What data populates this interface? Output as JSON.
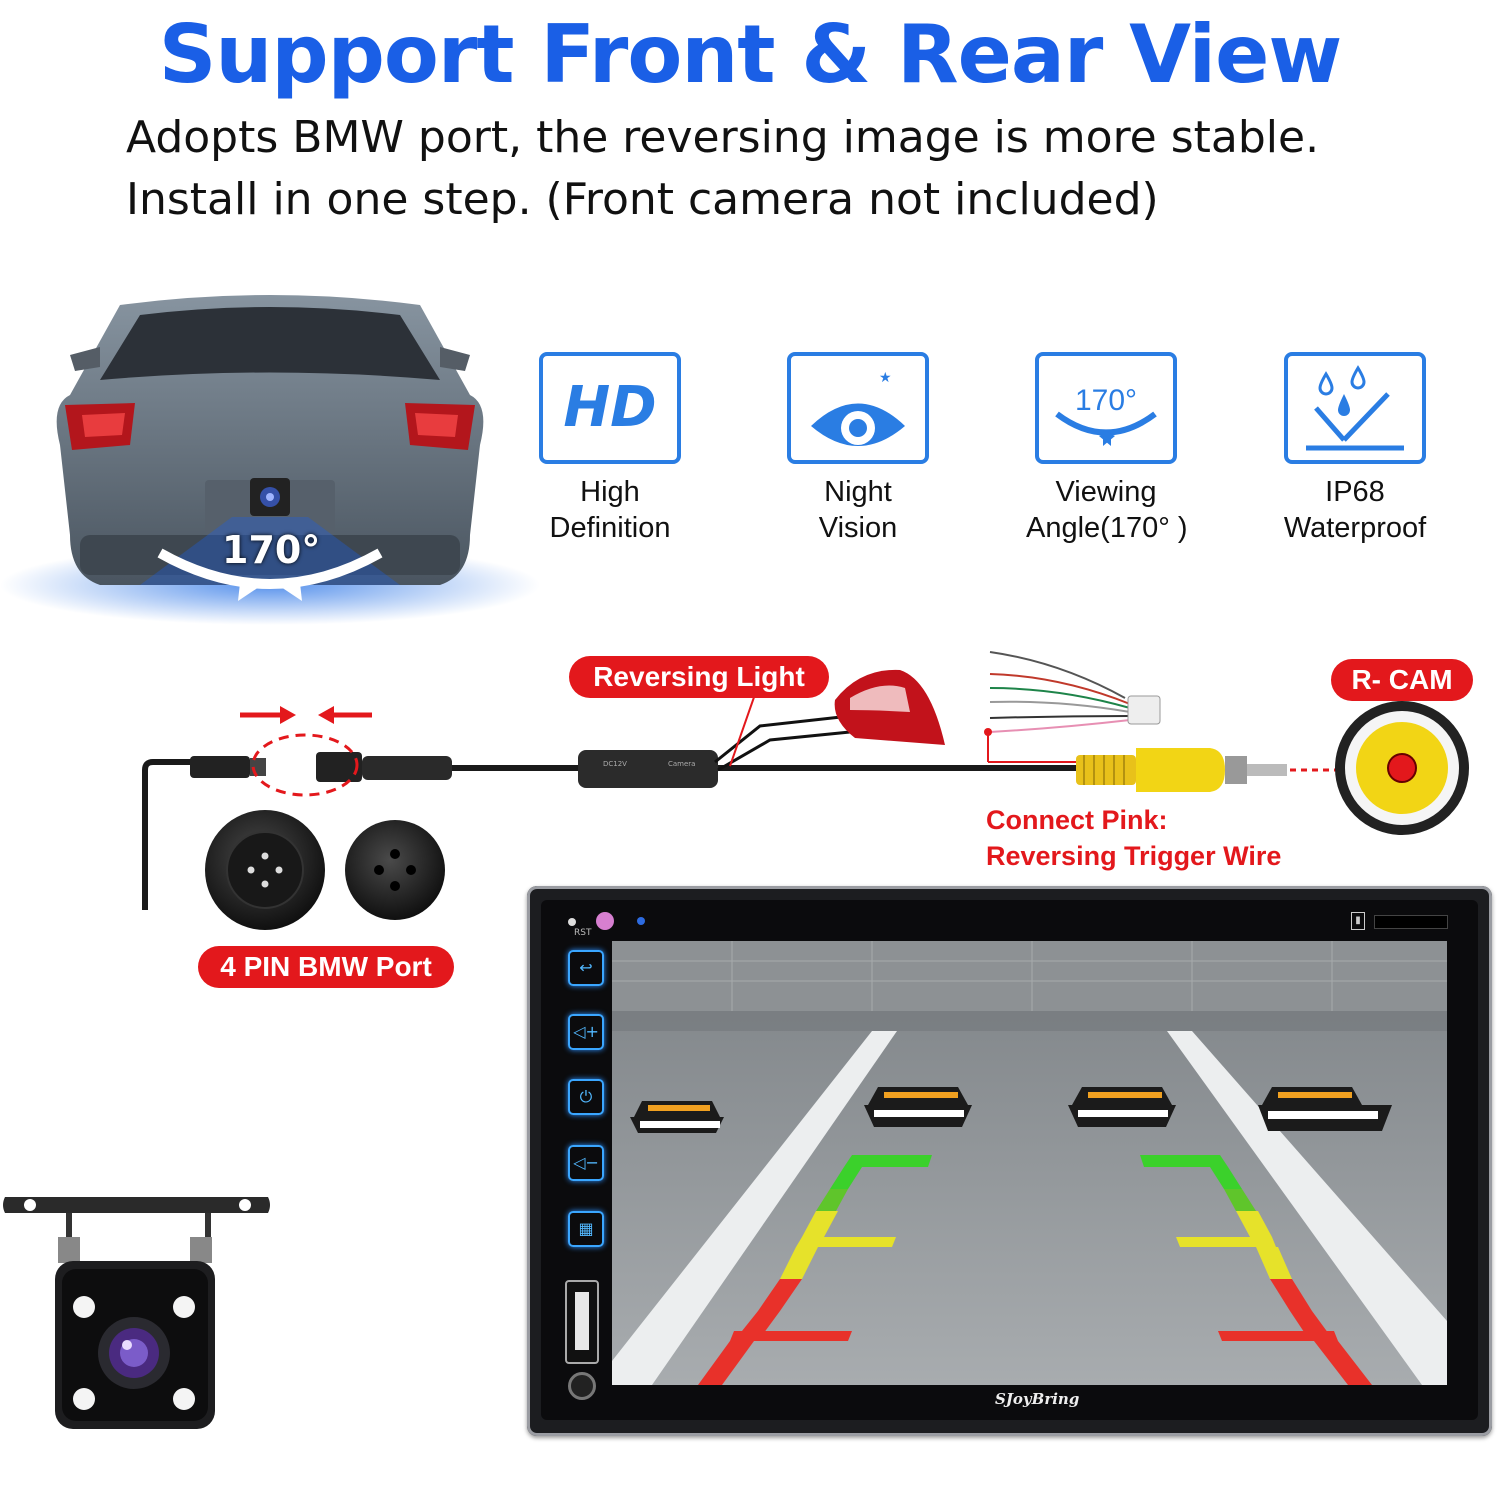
{
  "header": {
    "title": "Support Front & Rear View",
    "line1": "Adopts BMW port, the reversing image is more stable.",
    "line2": "Install in one step. (Front camera not included)"
  },
  "car": {
    "angle_label": "170°"
  },
  "features": [
    {
      "icon": "hd-icon",
      "icon_text": "HD",
      "line1": "High",
      "line2": "Definition"
    },
    {
      "icon": "night-vision-icon",
      "line1": "Night",
      "line2": "Vision"
    },
    {
      "icon": "viewing-angle-icon",
      "icon_text": "170°",
      "line1": "Viewing",
      "line2": "Angle(170° )"
    },
    {
      "icon": "waterproof-icon",
      "line1": "IP68",
      "line2": "Waterproof"
    }
  ],
  "labels": {
    "reversing_light": "Reversing Light",
    "r_cam": "R- CAM",
    "connect_line1": "Connect Pink:",
    "connect_line2": "Reversing Trigger Wire",
    "port": "4 PIN BMW Port"
  },
  "head_unit": {
    "brand": "SJoyBring",
    "rst": "RST",
    "buttons": [
      {
        "icon": "back-icon",
        "glyph": "↩"
      },
      {
        "icon": "volume-up-icon",
        "glyph": "◁+"
      },
      {
        "icon": "power-mute-icon",
        "glyph": "⏻"
      },
      {
        "icon": "volume-down-icon",
        "glyph": "◁−"
      },
      {
        "icon": "menu-icon",
        "glyph": "▦"
      }
    ]
  },
  "colors": {
    "title_blue": "#1a5fe6",
    "icon_blue": "#2a7de3",
    "label_red": "#e3181c",
    "rca_yellow": "#f2d515"
  }
}
